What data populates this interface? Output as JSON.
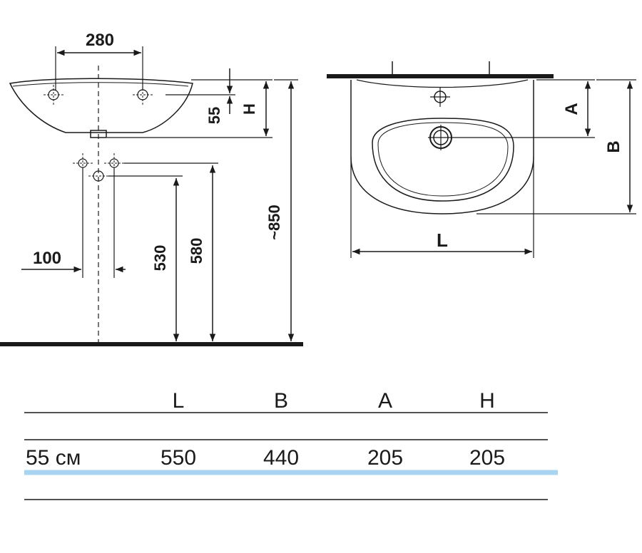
{
  "side_view": {
    "width_top": "280",
    "depth_55": "55",
    "height_h": "H",
    "spacing_100": "100",
    "height_530": "530",
    "height_580": "580",
    "height_850": "~850"
  },
  "top_view": {
    "dim_a": "A",
    "dim_b": "B",
    "dim_l": "L"
  },
  "table": {
    "headers": [
      "L",
      "B",
      "A",
      "H"
    ],
    "row": {
      "label": "55 см",
      "values": [
        "550",
        "440",
        "205",
        "205"
      ]
    }
  },
  "colors": {
    "line": "#1a1a1a",
    "highlight": "#a8d4f2"
  }
}
